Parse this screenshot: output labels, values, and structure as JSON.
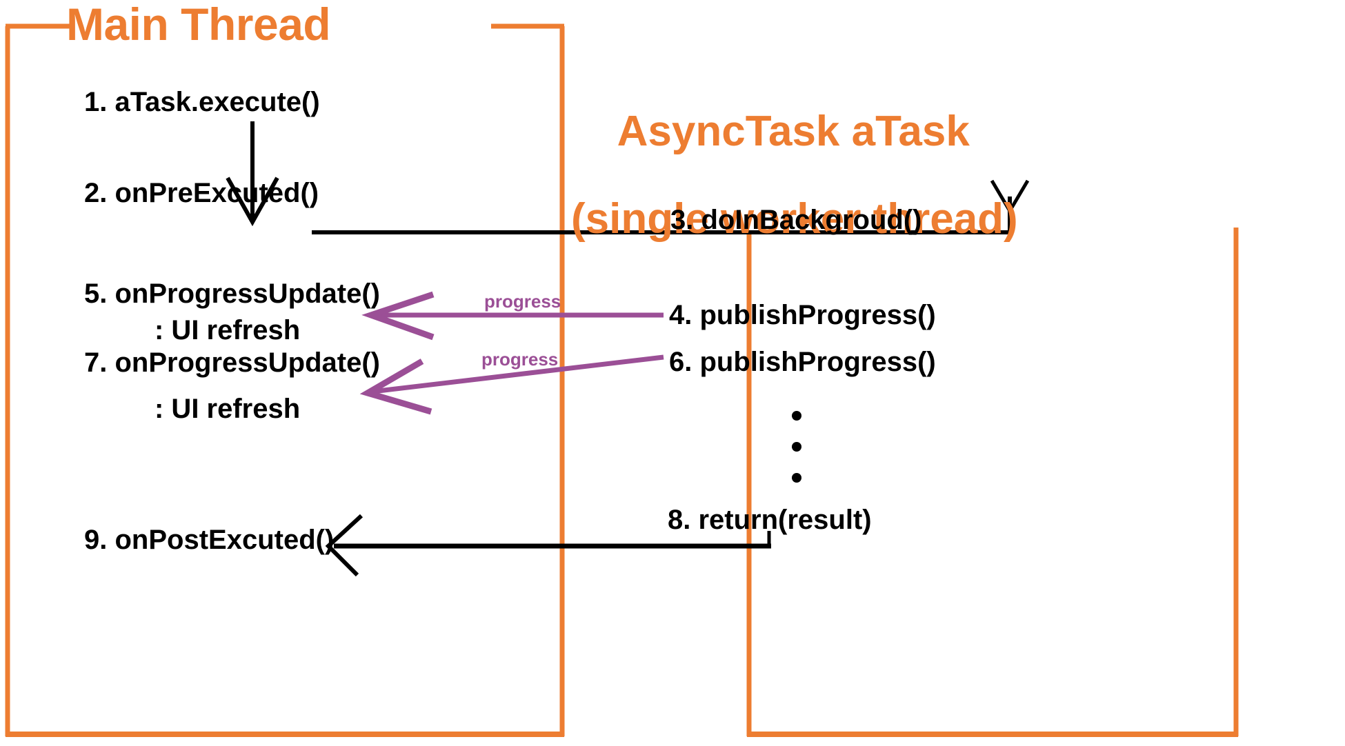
{
  "diagram": {
    "type": "sequence-diagram",
    "title_left": "Main Thread",
    "title_right_line1": "AsyncTask aTask",
    "title_right_line2": "(single worker thread)",
    "colors": {
      "accent_orange": "#ED7D31",
      "arrow_purple": "#9B4F96",
      "arrow_black": "#000000",
      "background": "#FFFFFF"
    },
    "lanes": [
      {
        "name": "main-thread",
        "label": "Main Thread"
      },
      {
        "name": "async-task",
        "label": "AsyncTask aTask (single worker thread)"
      }
    ],
    "main_thread_steps": [
      {
        "num": "1.",
        "text": "1. aTask.execute()"
      },
      {
        "num": "2.",
        "text": "2. onPreExcuted()"
      },
      {
        "num": "5.",
        "text": "5. onProgressUpdate()"
      },
      {
        "num": "5b",
        "text": ": UI refresh"
      },
      {
        "num": "7.",
        "text": "7. onProgressUpdate()"
      },
      {
        "num": "7b",
        "text": ": UI refresh"
      },
      {
        "num": "9.",
        "text": "9. onPostExcuted()"
      }
    ],
    "worker_thread_steps": [
      {
        "num": "3.",
        "text": "3. doInBackgroud()"
      },
      {
        "num": "4.",
        "text": "4. publishProgress()"
      },
      {
        "num": "6.",
        "text": "6. publishProgress()"
      },
      {
        "num": "8.",
        "text": "8. return(result)"
      }
    ],
    "ellipsis": "·",
    "arrow_labels": {
      "progress_1": "progress",
      "progress_2": "progress"
    }
  }
}
